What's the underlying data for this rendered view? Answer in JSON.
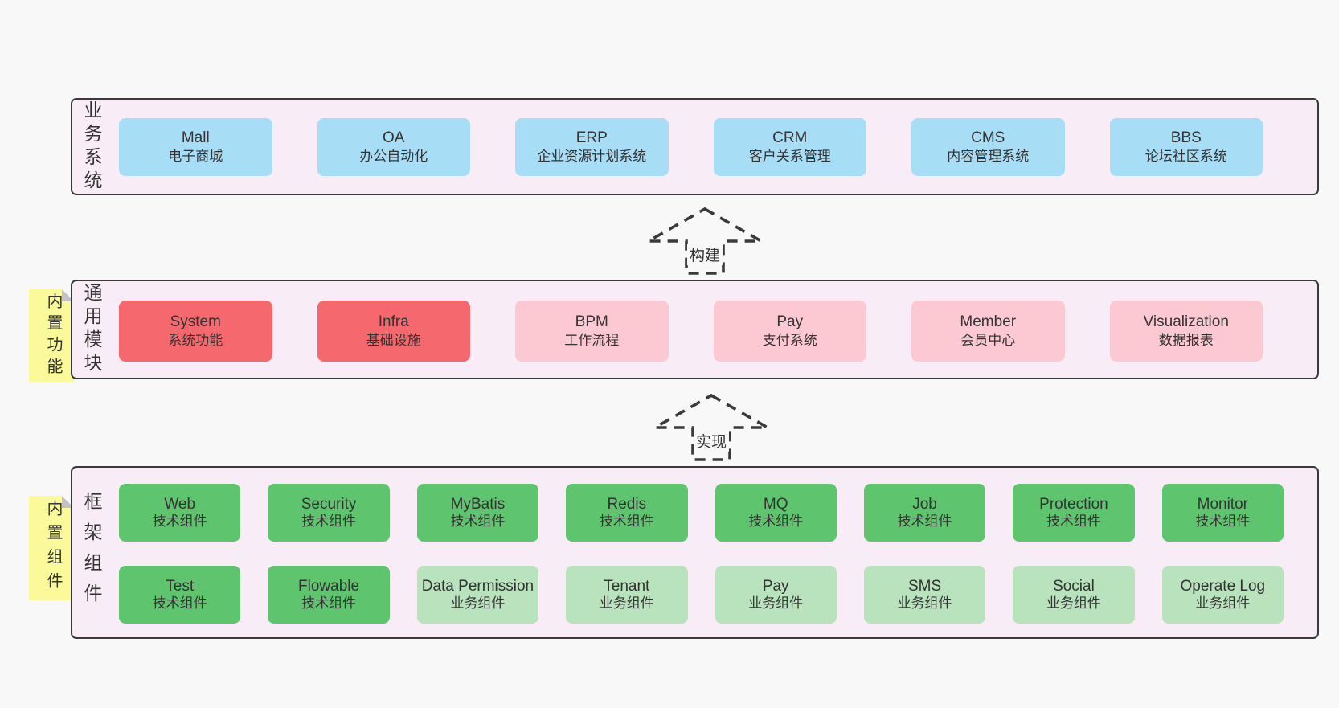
{
  "colors": {
    "page-bg": "#f8f8f8",
    "layer-bg": "#f8edf6",
    "layer-border": "#3a3a3a",
    "box-blue": "#a8ddf6",
    "box-red": "#f5696e",
    "box-pink": "#fcc9d3",
    "box-green": "#5fc46e",
    "box-green-light": "#b8e3bc",
    "sticky-bg": "#fbfa9b",
    "sticky-fold": "#c3c3c6",
    "arrow": "#3a3a3a",
    "text": "#333333"
  },
  "arrows": [
    {
      "label": "构建"
    },
    {
      "label": "实现"
    }
  ],
  "layers": [
    {
      "label": "业务系统",
      "boxes": [
        {
          "name": "Mall",
          "subtitle": "电子商城"
        },
        {
          "name": "OA",
          "subtitle": "办公自动化"
        },
        {
          "name": "ERP",
          "subtitle": "企业资源计划系统"
        },
        {
          "name": "CRM",
          "subtitle": "客户关系管理"
        },
        {
          "name": "CMS",
          "subtitle": "内容管理系统"
        },
        {
          "name": "BBS",
          "subtitle": "论坛社区系统"
        }
      ]
    },
    {
      "label": "通用模块",
      "sticky": "内置功能",
      "boxes": [
        {
          "name": "System",
          "subtitle": "系统功能"
        },
        {
          "name": "Infra",
          "subtitle": "基础设施"
        },
        {
          "name": "BPM",
          "subtitle": "工作流程"
        },
        {
          "name": "Pay",
          "subtitle": "支付系统"
        },
        {
          "name": "Member",
          "subtitle": "会员中心"
        },
        {
          "name": "Visualization",
          "subtitle": "数据报表"
        }
      ]
    },
    {
      "label": "框架组件",
      "sticky": "内置组件",
      "rows": [
        [
          {
            "name": "Web",
            "subtitle": "技术组件"
          },
          {
            "name": "Security",
            "subtitle": "技术组件"
          },
          {
            "name": "MyBatis",
            "subtitle": "技术组件"
          },
          {
            "name": "Redis",
            "subtitle": "技术组件"
          },
          {
            "name": "MQ",
            "subtitle": "技术组件"
          },
          {
            "name": "Job",
            "subtitle": "技术组件"
          },
          {
            "name": "Protection",
            "subtitle": "技术组件"
          },
          {
            "name": "Monitor",
            "subtitle": "技术组件"
          }
        ],
        [
          {
            "name": "Test",
            "subtitle": "技术组件"
          },
          {
            "name": "Flowable",
            "subtitle": "技术组件"
          },
          {
            "name": "Data Permission",
            "subtitle": "业务组件"
          },
          {
            "name": "Tenant",
            "subtitle": "业务组件"
          },
          {
            "name": "Pay",
            "subtitle": "业务组件"
          },
          {
            "name": "SMS",
            "subtitle": "业务组件"
          },
          {
            "name": "Social",
            "subtitle": "业务组件"
          },
          {
            "name": "Operate Log",
            "subtitle": "业务组件"
          }
        ]
      ]
    }
  ]
}
